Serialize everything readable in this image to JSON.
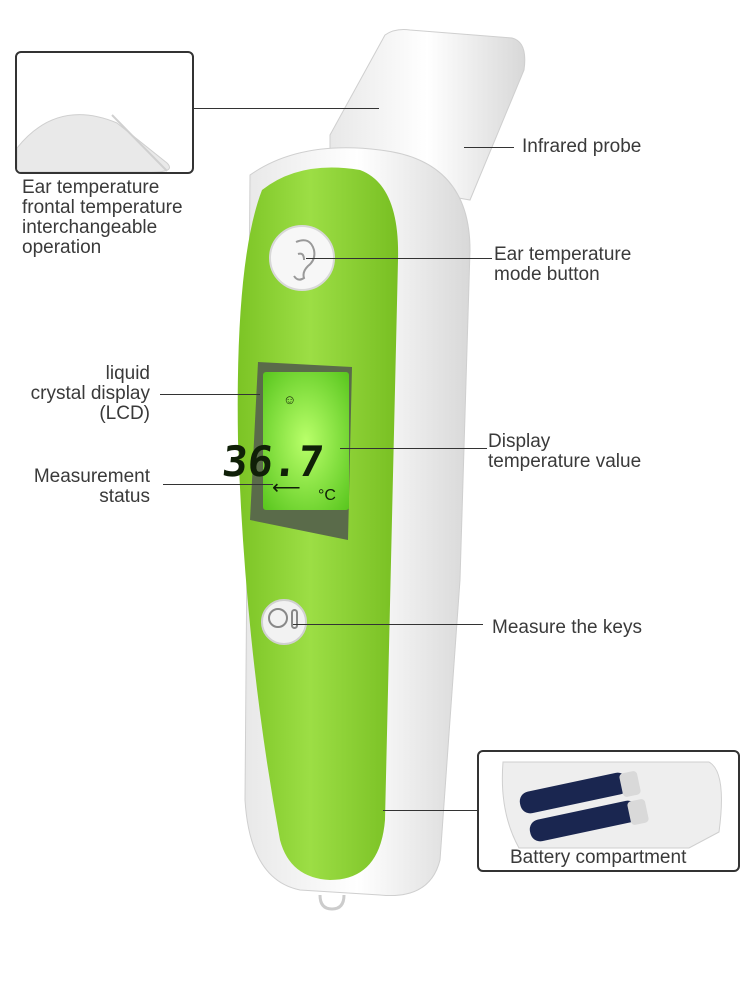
{
  "labels": {
    "top_left": [
      "Ear temperature",
      "frontal temperature",
      "interchangeable",
      "operation"
    ],
    "infrared_probe": "Infrared probe",
    "ear_mode": [
      "Ear temperature",
      "mode button"
    ],
    "lcd": [
      "liquid",
      "crystal display",
      "(LCD)"
    ],
    "measurement": [
      "Measurement",
      "status"
    ],
    "display_value": [
      "Display",
      "temperature value"
    ],
    "measure_keys": "Measure the keys",
    "battery": "Battery compartment"
  },
  "lcd": {
    "reading": "36.7",
    "unit": "°C"
  },
  "colors": {
    "body_green": "#8fd436",
    "shell_white": "#f2f2f2",
    "lcd_green": "#9df25a"
  },
  "icons": [
    "ear-icon",
    "smiley-icon",
    "arrow-left-icon",
    "face-thermometer-icon"
  ]
}
